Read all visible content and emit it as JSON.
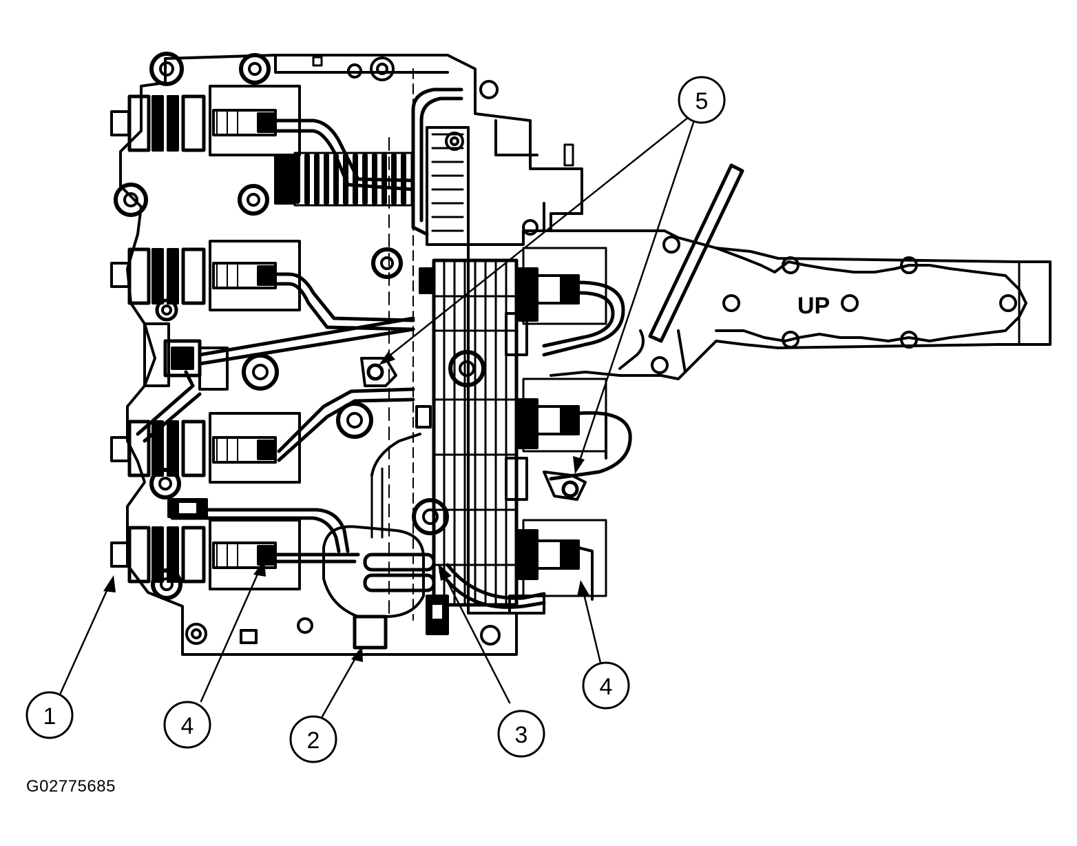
{
  "figure_id": "G02775685",
  "housing_label": "UP",
  "callouts": [
    {
      "id": "c1",
      "label": "1"
    },
    {
      "id": "c4a",
      "label": "4"
    },
    {
      "id": "c2",
      "label": "2"
    },
    {
      "id": "c3",
      "label": "3"
    },
    {
      "id": "c4b",
      "label": "4"
    },
    {
      "id": "c5",
      "label": "5"
    }
  ],
  "colors": {
    "line": "#000000",
    "background": "#ffffff"
  }
}
